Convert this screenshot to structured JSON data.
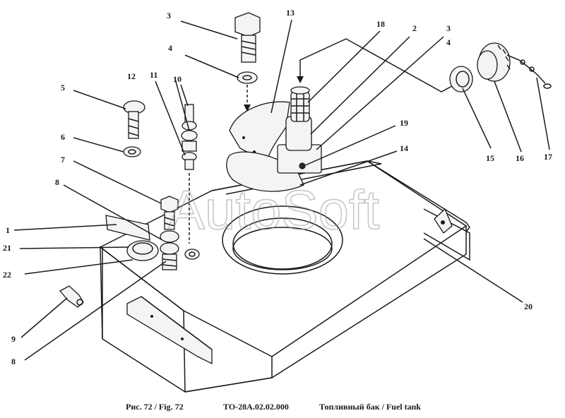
{
  "watermark": "AutoSoft",
  "caption": {
    "figure": "Рис. 72 / Fig. 72",
    "code": "ТО-28А.02.02.000",
    "title": "Топливный бак / Fuel tank"
  },
  "callouts": [
    {
      "id": "c3a",
      "label": "3"
    },
    {
      "id": "c4a",
      "label": "4"
    },
    {
      "id": "c13",
      "label": "13"
    },
    {
      "id": "c18",
      "label": "18"
    },
    {
      "id": "c2",
      "label": "2"
    },
    {
      "id": "c3b",
      "label": "3"
    },
    {
      "id": "c4b",
      "label": "4"
    },
    {
      "id": "c5",
      "label": "5"
    },
    {
      "id": "c12",
      "label": "12"
    },
    {
      "id": "c11",
      "label": "11"
    },
    {
      "id": "c10",
      "label": "10"
    },
    {
      "id": "c6",
      "label": "6"
    },
    {
      "id": "c7",
      "label": "7"
    },
    {
      "id": "c8a",
      "label": "8"
    },
    {
      "id": "c1",
      "label": "1"
    },
    {
      "id": "c21",
      "label": "21"
    },
    {
      "id": "c22",
      "label": "22"
    },
    {
      "id": "c9",
      "label": "9"
    },
    {
      "id": "c8b",
      "label": "8"
    },
    {
      "id": "c19",
      "label": "19"
    },
    {
      "id": "c14",
      "label": "14"
    },
    {
      "id": "c15",
      "label": "15"
    },
    {
      "id": "c16",
      "label": "16"
    },
    {
      "id": "c17",
      "label": "17"
    },
    {
      "id": "c20",
      "label": "20"
    }
  ]
}
